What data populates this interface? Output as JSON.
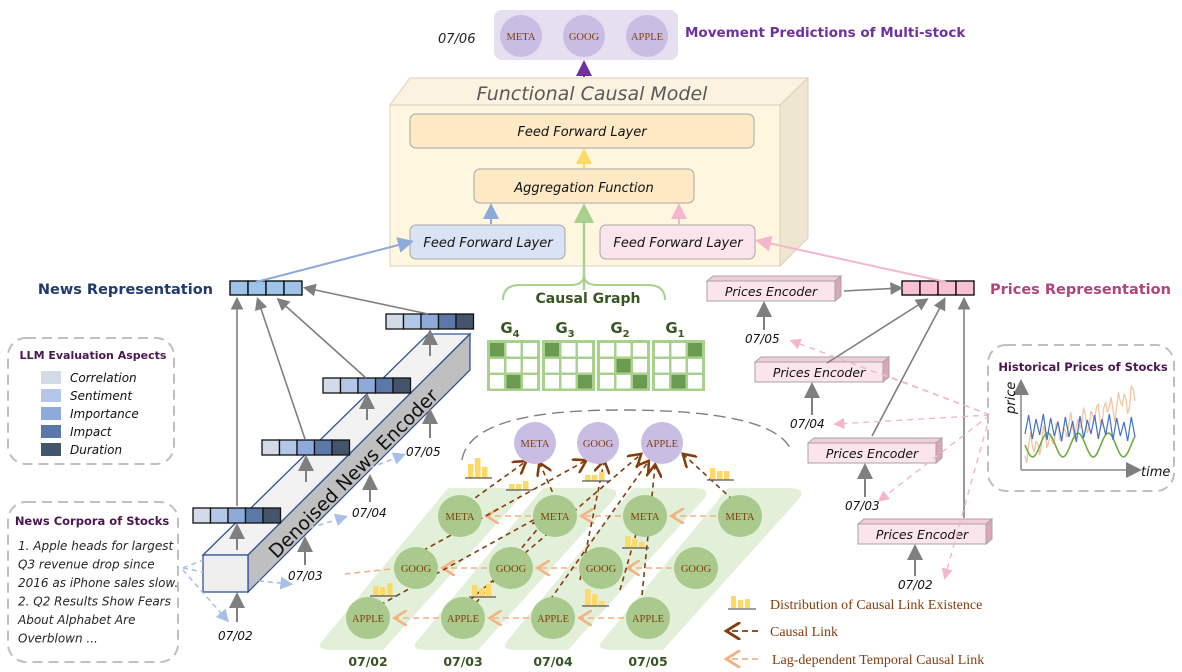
{
  "prediction": {
    "date": "07/06",
    "stocks": [
      "META",
      "GOOG",
      "APPLE"
    ],
    "title": "Movement Predictions of Multi-stock"
  },
  "fcm": {
    "title": "Functional Causal Model",
    "top_layer": "Feed Forward Layer",
    "aggregation": "Aggregation Function",
    "news_ffl": "Feed Forward Layer",
    "prices_ffl": "Feed Forward Layer"
  },
  "news_representation": {
    "label": "News Representation"
  },
  "prices_representation": {
    "label": "Prices Representation"
  },
  "causal_graph": {
    "title": "Causal Graph",
    "graphs": [
      {
        "label": "G",
        "sub": "4",
        "cells": [
          1,
          0,
          0,
          0,
          0,
          0,
          0,
          1,
          0
        ]
      },
      {
        "label": "G",
        "sub": "3",
        "cells": [
          1,
          0,
          0,
          0,
          0,
          0,
          0,
          0,
          1
        ]
      },
      {
        "label": "G",
        "sub": "2",
        "cells": [
          0,
          0,
          0,
          0,
          1,
          0,
          0,
          0,
          1
        ]
      },
      {
        "label": "G",
        "sub": "1",
        "cells": [
          0,
          0,
          1,
          0,
          0,
          0,
          0,
          1,
          0
        ]
      }
    ]
  },
  "llm_aspects": {
    "title": "LLM Evaluation Aspects",
    "items": [
      {
        "label": "Correlation",
        "color": "#d3dbe8"
      },
      {
        "label": "Sentiment",
        "color": "#b3c8e8"
      },
      {
        "label": "Importance",
        "color": "#8eaadb"
      },
      {
        "label": "Impact",
        "color": "#5a78a8"
      },
      {
        "label": "Duration",
        "color": "#44546a"
      }
    ]
  },
  "news_corpora": {
    "title": "News Corpora of Stocks",
    "lines": [
      "1. Apple heads for largest",
      "Q3 revenue drop since",
      "2016 as iPhone sales slow.",
      "2. Q2 Results Show Fears",
      "About Alphabet Are",
      "Overblown ..."
    ]
  },
  "news_encoder": {
    "label": "Denoised News Encoder",
    "dates": [
      "07/02",
      "07/03",
      "07/04",
      "07/05"
    ]
  },
  "prices_encoders": {
    "label": "Prices Encoder",
    "dates": [
      "07/05",
      "07/04",
      "07/03",
      "07/02"
    ]
  },
  "historical_prices": {
    "title": "Historical Prices of Stocks",
    "ylabel": "price",
    "xlabel": "time"
  },
  "temporal_graph": {
    "dates": [
      "07/02",
      "07/03",
      "07/04",
      "07/05"
    ],
    "stocks": [
      "META",
      "GOOG",
      "APPLE"
    ],
    "targets": [
      "META",
      "GOOG",
      "APPLE"
    ]
  },
  "legend": {
    "distribution": "Distribution of Causal Link Existence",
    "causal_link": "Causal Link",
    "lag_link": "Lag-dependent Temporal Causal Link"
  },
  "colors": {
    "news_blue": "#1f3a6e",
    "prices_pink": "#b0457a",
    "purple": "#7030a0",
    "green_dark": "#3a6b2a",
    "brown": "#8b4513",
    "orange_dash": "#f4b183",
    "yellow_bar": "#ffd966"
  }
}
